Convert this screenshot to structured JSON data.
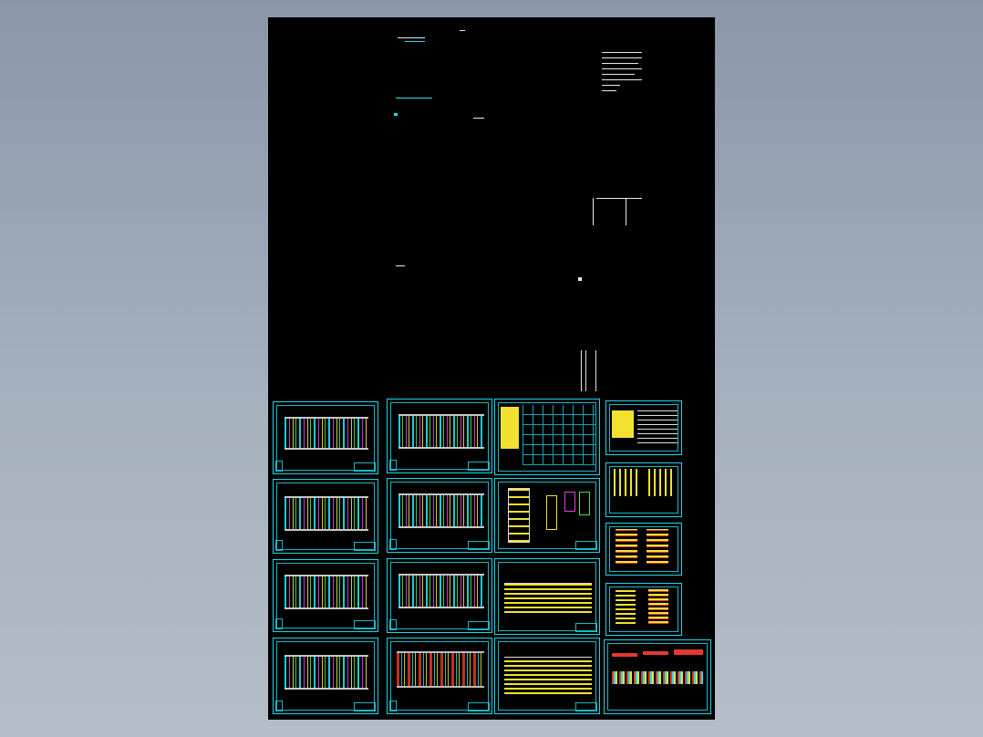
{
  "viewer": {
    "background_top": "#8a97a9",
    "background_bottom": "#b4bdc8",
    "sheet_color": "#000000",
    "frame_color": "#1ad7e6"
  },
  "drawing": {
    "sheets": [
      {
        "id": "floor-plan-1",
        "kind": "floor-plan"
      },
      {
        "id": "floor-plan-2",
        "kind": "floor-plan"
      },
      {
        "id": "floor-plan-3",
        "kind": "floor-plan"
      },
      {
        "id": "floor-plan-4",
        "kind": "floor-plan"
      },
      {
        "id": "floor-plan-5",
        "kind": "floor-plan"
      },
      {
        "id": "floor-plan-6",
        "kind": "floor-plan"
      },
      {
        "id": "floor-plan-7",
        "kind": "floor-plan"
      },
      {
        "id": "floor-plan-8",
        "kind": "floor-plan"
      },
      {
        "id": "detail-sheet-1",
        "kind": "details"
      },
      {
        "id": "detail-sheet-2",
        "kind": "details"
      },
      {
        "id": "elevation-1",
        "kind": "elevation"
      },
      {
        "id": "elevation-2",
        "kind": "elevation"
      },
      {
        "id": "cover-sheet",
        "kind": "cover"
      },
      {
        "id": "stair-detail",
        "kind": "details"
      },
      {
        "id": "section-1",
        "kind": "section"
      },
      {
        "id": "section-2",
        "kind": "section"
      },
      {
        "id": "site-elevation",
        "kind": "elevation"
      }
    ]
  }
}
